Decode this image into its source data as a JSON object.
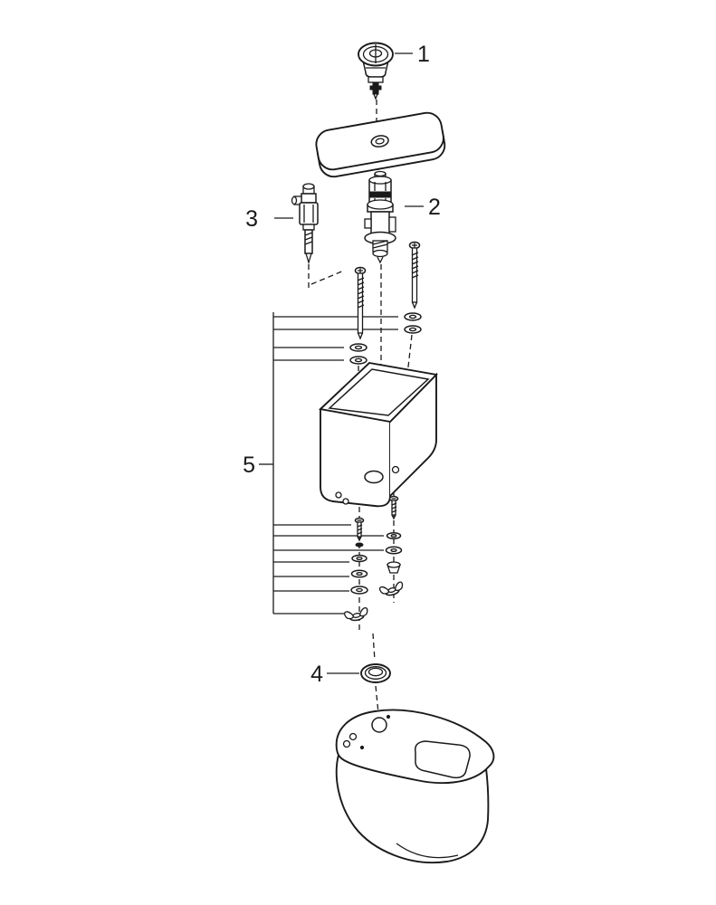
{
  "diagram": {
    "type": "exploded-parts-diagram",
    "subject": "toilet-cistern-and-bowl-assembly",
    "background_color": "#ffffff",
    "line_color": "#1a1a1a",
    "callouts": [
      {
        "label": "1",
        "part": "flush-button"
      },
      {
        "label": "2",
        "part": "flush-valve"
      },
      {
        "label": "3",
        "part": "fill-valve"
      },
      {
        "label": "4",
        "part": "sealing-ring"
      },
      {
        "label": "5",
        "part": "fixing-kit"
      }
    ],
    "unlabeled_parts": [
      "cistern-lid",
      "cistern-tank",
      "long-fixing-screws",
      "washers",
      "wing-nuts",
      "toilet-bowl"
    ]
  }
}
